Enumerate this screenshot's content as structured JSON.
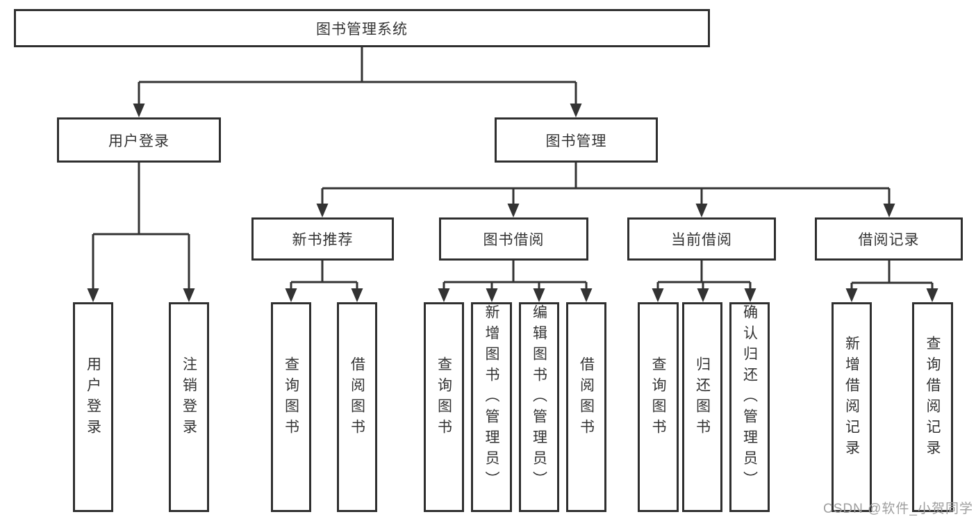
{
  "tree": {
    "label": "图书管理系统",
    "children": [
      {
        "label": "用户登录",
        "children": [
          {
            "label": "用户登录"
          },
          {
            "label": "注销登录"
          }
        ]
      },
      {
        "label": "图书管理",
        "children": [
          {
            "label": "新书推荐",
            "children": [
              {
                "label": "查询图书"
              },
              {
                "label": "借阅图书"
              }
            ]
          },
          {
            "label": "图书借阅",
            "children": [
              {
                "label": "查询图书"
              },
              {
                "label": "新增图书（管理员）"
              },
              {
                "label": "编辑图书（管理员）"
              },
              {
                "label": "借阅图书"
              }
            ]
          },
          {
            "label": "当前借阅",
            "children": [
              {
                "label": "查询图书"
              },
              {
                "label": "归还图书"
              },
              {
                "label": "确认归还（管理员）"
              }
            ]
          },
          {
            "label": "借阅记录",
            "children": [
              {
                "label": "新增借阅记录"
              },
              {
                "label": "查询借阅记录"
              }
            ]
          }
        ]
      }
    ]
  },
  "watermark": {
    "text": "CSDN @软件_小贺同学"
  },
  "colors": {
    "line": "#333333",
    "box_border": "#2f2f2f",
    "text": "#333333",
    "watermark": "#9e9e9e",
    "background": "#ffffff"
  }
}
